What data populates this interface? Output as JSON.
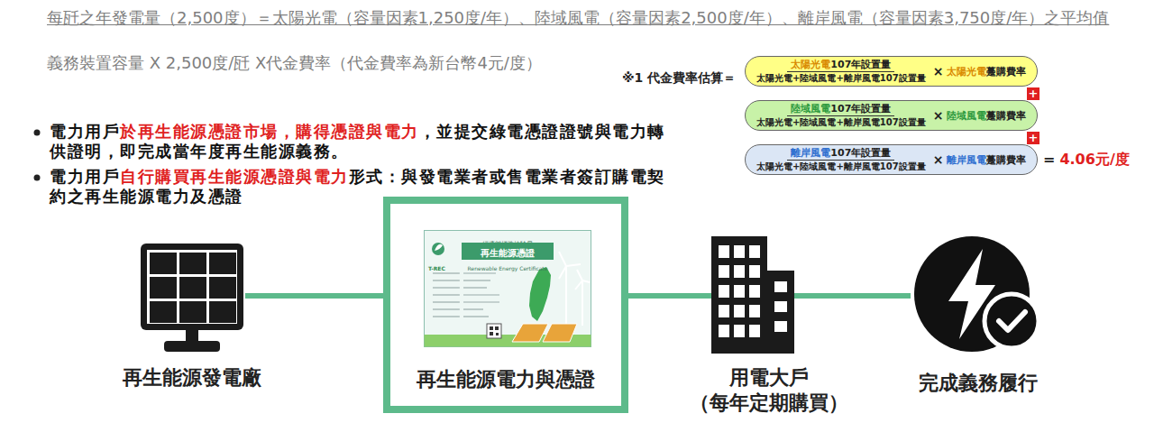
{
  "diagram": {
    "nodes": [
      {
        "text": [
          "太陽光電",
          "107年設置量",
          "太陽光電+陸域風電+離岸風電107設置量",
          "×",
          "太陽光電",
          "躉購費率"
        ]
      },
      {
        "text": [
          "+"
        ]
      },
      {
        "text": [
          "陸域風電",
          "107年設置量",
          "太陽光電+陸域風電+離岸風電107設置量",
          "×",
          "陸域風電",
          "躉購費率"
        ]
      },
      {
        "text": [
          "+"
        ]
      },
      {
        "text": [
          "離岸風電",
          "107年設置量",
          "太陽光電+陸域風電+離岸風電107設置量",
          "×",
          "離岸風電",
          "躉購費率"
        ]
      },
      {
        "text": [
          "再生能源發電廠"
        ]
      },
      {
        "text": [
          "再生能源電力與憑證"
        ]
      },
      {
        "text": [
          "經濟部標準檢驗局",
          "再生能源憑證",
          "Renewable Energy Certificate",
          "T-REC"
        ],
        "in": 6
      },
      {
        "text": [
          "用電大戶",
          "（每年定期購買）"
        ]
      },
      {
        "text": [
          "完成義務履行"
        ]
      }
    ],
    "edges": [
      {
        "from": 5,
        "to": 6,
        "arrow": "none"
      },
      {
        "from": 6,
        "to": 8,
        "arrow": "none"
      },
      {
        "from": 8,
        "to": 9,
        "arrow": "none"
      }
    ],
    "labels": [
      "每瓩之年發電量（2,500度）＝太陽光電（容量因素1,250度/年）、陸域風電（容量因素2,500度/年）、離岸風電（容量因素3,750度/年）之平均值",
      "義務裝置容量 X 2,500度/瓩 X代金費率（代金費率為新台幣4元/度）",
      "※1 代金費率估算＝",
      "=",
      "4.06元/度",
      "電力用戶",
      "於再生能源憑證市場，購得憑證與電力",
      "，並提交綠電憑證證號與電力轉供證明，即完成當年度再生能源義務。",
      "電力用戶",
      "自行購買再生能源憑證與電力",
      "形式：與發電業者或售電業者簽訂購電契約之再生能源電力及憑證"
    ]
  }
}
